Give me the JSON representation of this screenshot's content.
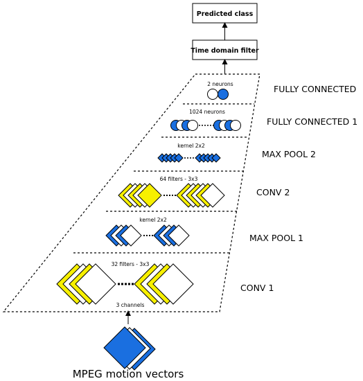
{
  "boxes": {
    "predicted": "Predicted class",
    "time_filter": "Time domain filter"
  },
  "layers": [
    {
      "name": "FULLY CONNECTED",
      "detail": "2 neurons"
    },
    {
      "name": "FULLY CONNECTED 1",
      "detail": "1024 neurons"
    },
    {
      "name": "MAX POOL 2",
      "detail": "kernel  2x2"
    },
    {
      "name": "CONV 2",
      "detail": "64 filters - 3x3"
    },
    {
      "name": "MAX POOL 1",
      "detail": "kernel  2x2"
    },
    {
      "name": "CONV 1",
      "detail": "32 filters - 3x3",
      "extra": "3 channels"
    }
  ],
  "input": {
    "label": "MPEG motion vectors"
  },
  "colors": {
    "blue": "#1a6fe0",
    "yellow": "#f7f000",
    "white": "#ffffff",
    "outline": "#000000"
  }
}
